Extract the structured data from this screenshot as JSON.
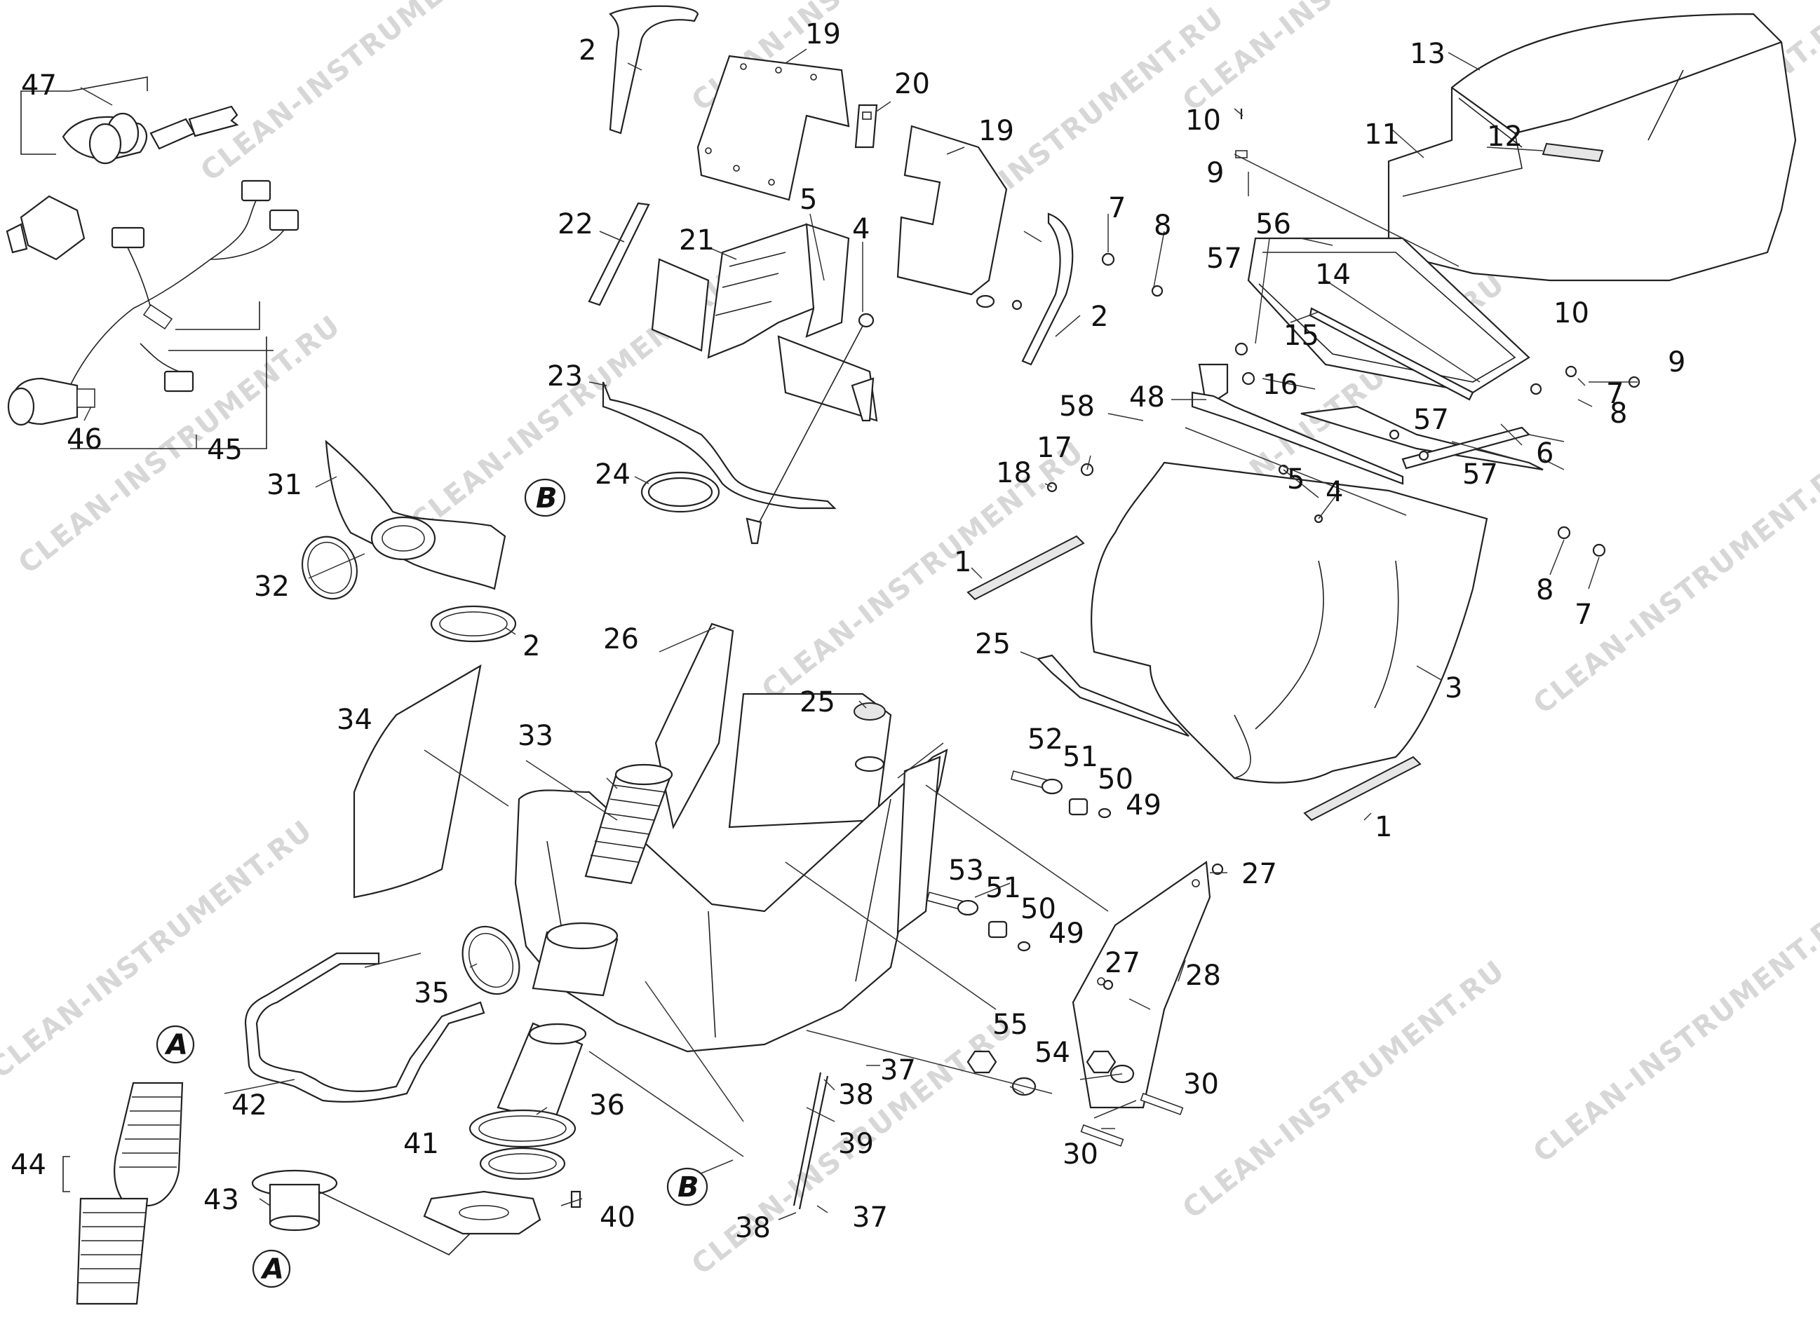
{
  "watermark": "CLEAN-INSTRUMENT.RU",
  "reference_markers": {
    "a": "A",
    "b": "B"
  },
  "callouts": {
    "c1a": "1",
    "c1b": "1",
    "c2a": "2",
    "c2b": "2",
    "c2c": "2",
    "c3": "3",
    "c4a": "4",
    "c4b": "4",
    "c5a": "5",
    "c5b": "5",
    "c6": "6",
    "c7a": "7",
    "c7b": "7",
    "c7c": "7",
    "c8a": "8",
    "c8b": "8",
    "c8c": "8",
    "c9a": "9",
    "c9b": "9",
    "c10a": "10",
    "c10b": "10",
    "c11": "11",
    "c12": "12",
    "c13": "13",
    "c14": "14",
    "c15": "15",
    "c16": "16",
    "c17": "17",
    "c18": "18",
    "c19a": "19",
    "c19b": "19",
    "c20": "20",
    "c21": "21",
    "c22": "22",
    "c23": "23",
    "c24": "24",
    "c25a": "25",
    "c25b": "25",
    "c26": "26",
    "c27a": "27",
    "c27b": "27",
    "c28": "28",
    "c30a": "30",
    "c30b": "30",
    "c31": "31",
    "c32": "32",
    "c33": "33",
    "c34": "34",
    "c35": "35",
    "c36": "36",
    "c37a": "37",
    "c37b": "37",
    "c38a": "38",
    "c38b": "38",
    "c39": "39",
    "c40": "40",
    "c41": "41",
    "c42": "42",
    "c43": "43",
    "c44": "44",
    "c45": "45",
    "c46": "46",
    "c47": "47",
    "c48": "48",
    "c49a": "49",
    "c49b": "49",
    "c50a": "50",
    "c50b": "50",
    "c51a": "51",
    "c51b": "51",
    "c52": "52",
    "c53": "53",
    "c54": "54",
    "c55": "55",
    "c56": "56",
    "c57a": "57",
    "c57b": "57",
    "c57c": "57",
    "c58": "58"
  }
}
